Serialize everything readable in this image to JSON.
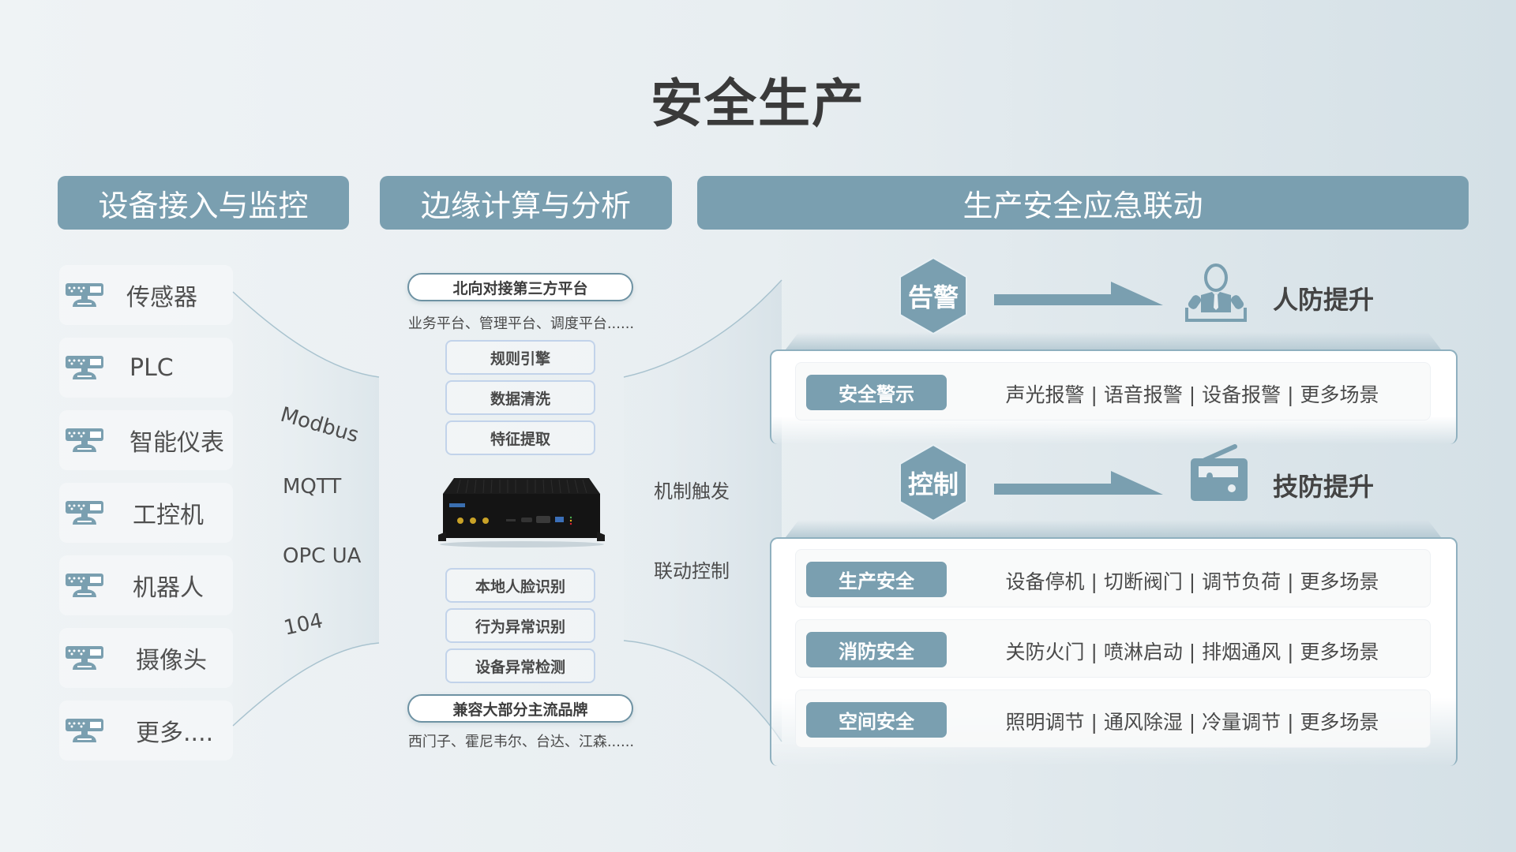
{
  "title": "安全生产",
  "colors": {
    "accent": "#7a9fb0",
    "title_text": "#3a3a3a",
    "body_text": "#4a4a4a",
    "box_border": "#c2d3ea",
    "background_left": "#eff3f5",
    "background_right": "#d4e0e6"
  },
  "headers": [
    {
      "label": "设备接入与监控"
    },
    {
      "label": "边缘计算与分析"
    },
    {
      "label": "生产安全应急联动"
    }
  ],
  "devices": {
    "icon": "device-sensor-icon",
    "items": [
      {
        "label": "传感器"
      },
      {
        "label": "PLC"
      },
      {
        "label": "智能仪表"
      },
      {
        "label": "工控机"
      },
      {
        "label": "机器人"
      },
      {
        "label": "摄像头"
      },
      {
        "label": "更多...."
      }
    ]
  },
  "protocols": [
    {
      "label": "Modbus"
    },
    {
      "label": "MQTT"
    },
    {
      "label": "OPC UA"
    },
    {
      "label": "104"
    }
  ],
  "edge": {
    "north_pill": "北向对接第三方平台",
    "north_note": "业务平台、管理平台、调度平台......",
    "top_functions": [
      {
        "label": "规则引擎"
      },
      {
        "label": "数据清洗"
      },
      {
        "label": "特征提取"
      }
    ],
    "device_image": "edge-computing-box",
    "bottom_functions": [
      {
        "label": "本地人脸识别"
      },
      {
        "label": "行为异常识别"
      },
      {
        "label": "设备异常检测"
      }
    ],
    "south_pill": "兼容大部分主流品牌",
    "south_note": "西门子、霍尼韦尔、台达、江森......"
  },
  "triggers": [
    {
      "label": "机制触发"
    },
    {
      "label": "联动控制"
    }
  ],
  "linkage": {
    "alarm": {
      "hex_label": "告警",
      "target_icon": "security-guard-icon",
      "target_label": "人防提升",
      "rows": [
        {
          "badge": "安全警示",
          "text": "声光报警 | 语音报警 | 设备报警  | 更多场景"
        }
      ]
    },
    "control": {
      "hex_label": "控制",
      "target_icon": "radio-control-icon",
      "target_label": "技防提升",
      "rows": [
        {
          "badge": "生产安全",
          "text": "设备停机 | 切断阀门 | 调节负荷  | 更多场景"
        },
        {
          "badge": "消防安全",
          "text": "关防火门 | 喷淋启动 | 排烟通风 | 更多场景"
        },
        {
          "badge": "空间安全",
          "text": "照明调节 | 通风除湿 | 冷量调节 | 更多场景"
        }
      ]
    }
  }
}
